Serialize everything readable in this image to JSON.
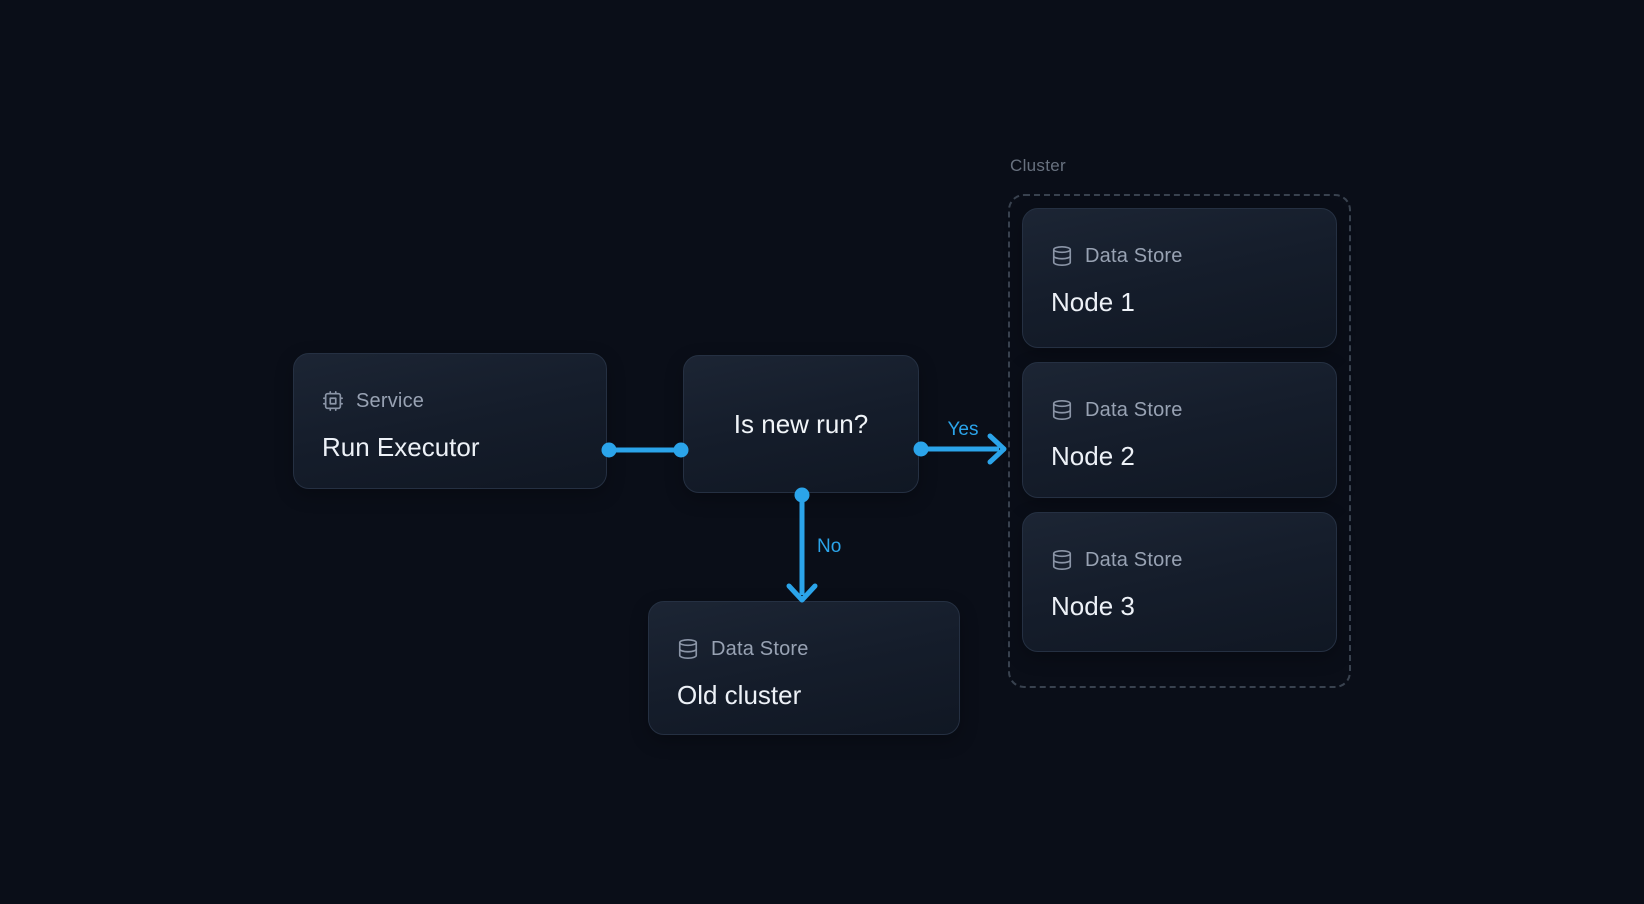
{
  "canvas": {
    "accent": "#2ba4ea",
    "background": "#0a0e18"
  },
  "nodes": {
    "run_executor": {
      "icon": "cpu-icon",
      "type_label": "Service",
      "title": "Run Executor"
    },
    "decision": {
      "title": "Is new run?"
    },
    "old_cluster": {
      "icon": "database-icon",
      "type_label": "Data Store",
      "title": "Old cluster"
    }
  },
  "cluster": {
    "label": "Cluster",
    "nodes": [
      {
        "icon": "database-icon",
        "type_label": "Data Store",
        "title": "Node 1"
      },
      {
        "icon": "database-icon",
        "type_label": "Data Store",
        "title": "Node 2"
      },
      {
        "icon": "database-icon",
        "type_label": "Data Store",
        "title": "Node 3"
      }
    ]
  },
  "edges": {
    "executor_to_decision": {
      "label": ""
    },
    "decision_to_cluster": {
      "label": "Yes"
    },
    "decision_to_old_cluster": {
      "label": "No"
    }
  }
}
